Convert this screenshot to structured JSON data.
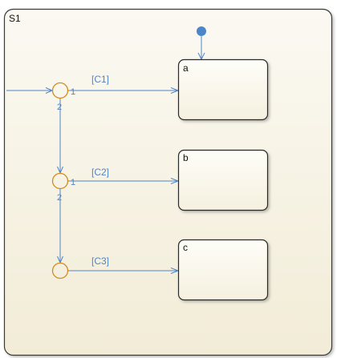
{
  "chart": {
    "superstate": {
      "label": "S1"
    },
    "states": [
      {
        "id": "a",
        "label": "a"
      },
      {
        "id": "b",
        "label": "b"
      },
      {
        "id": "c",
        "label": "c"
      }
    ],
    "junctions": [
      {
        "id": "j1",
        "exit_order_right": "1",
        "exit_order_down": "2"
      },
      {
        "id": "j2",
        "exit_order_right": "1",
        "exit_order_down": "2"
      },
      {
        "id": "j3",
        "exit_order_right": "",
        "exit_order_down": ""
      }
    ],
    "conditions": [
      "[C1]",
      "[C2]",
      "[C3]"
    ],
    "colors": {
      "state_stroke": "#2b2b2b",
      "transition": "#4f86c6",
      "junction": "#d38b1e",
      "default_dot": "#4a86c8",
      "label_text": "#4f86c6",
      "chart_bg_top": "#fbf9f1",
      "chart_bg_bottom": "#f3edd8"
    }
  }
}
